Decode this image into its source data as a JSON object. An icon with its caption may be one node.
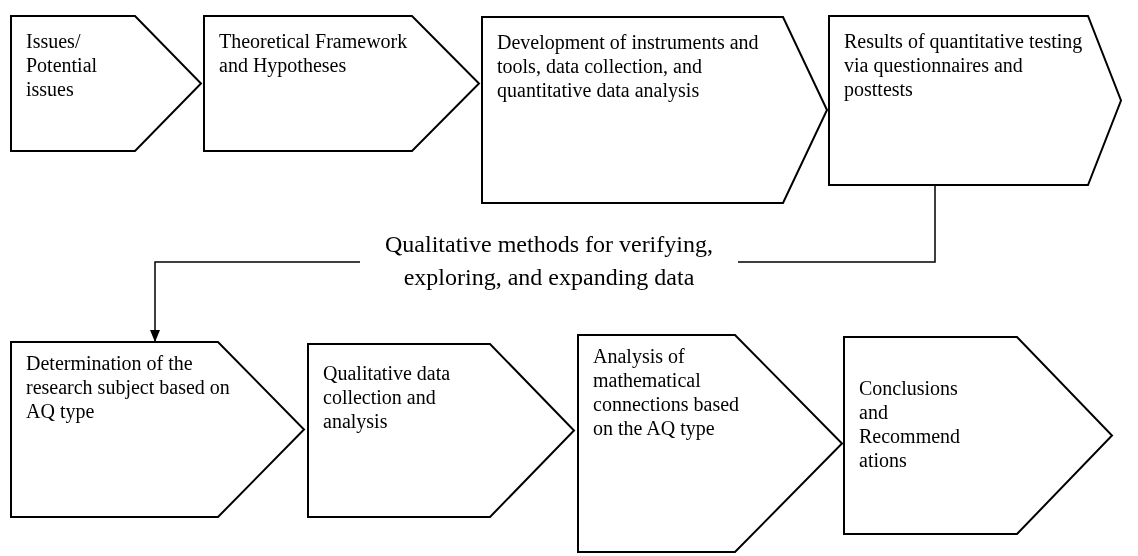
{
  "diagram": {
    "nodes": [
      {
        "text": [
          "Issues/ Potential issues"
        ]
      },
      {
        "text": [
          "Theoretical Framework and Hypotheses"
        ]
      },
      {
        "text": [
          "Development of instruments and tools, data collection, and quantitative data analysis"
        ]
      },
      {
        "text": [
          "Results of quantitative testing via questionnaires and posttests"
        ]
      },
      {
        "text": [
          "Determination of the research subject based on AQ type"
        ]
      },
      {
        "text": [
          "Qualitative data collection and analysis"
        ]
      },
      {
        "text": [
          "Analysis of mathematical connections based on the AQ type"
        ]
      },
      {
        "text": [
          "Conclusions and Recommendations"
        ]
      }
    ],
    "edges": [
      {
        "from": 3,
        "to": 4,
        "arrow": "to",
        "label": "Qualitative methods for verifying, exploring, and expanding data"
      }
    ]
  }
}
